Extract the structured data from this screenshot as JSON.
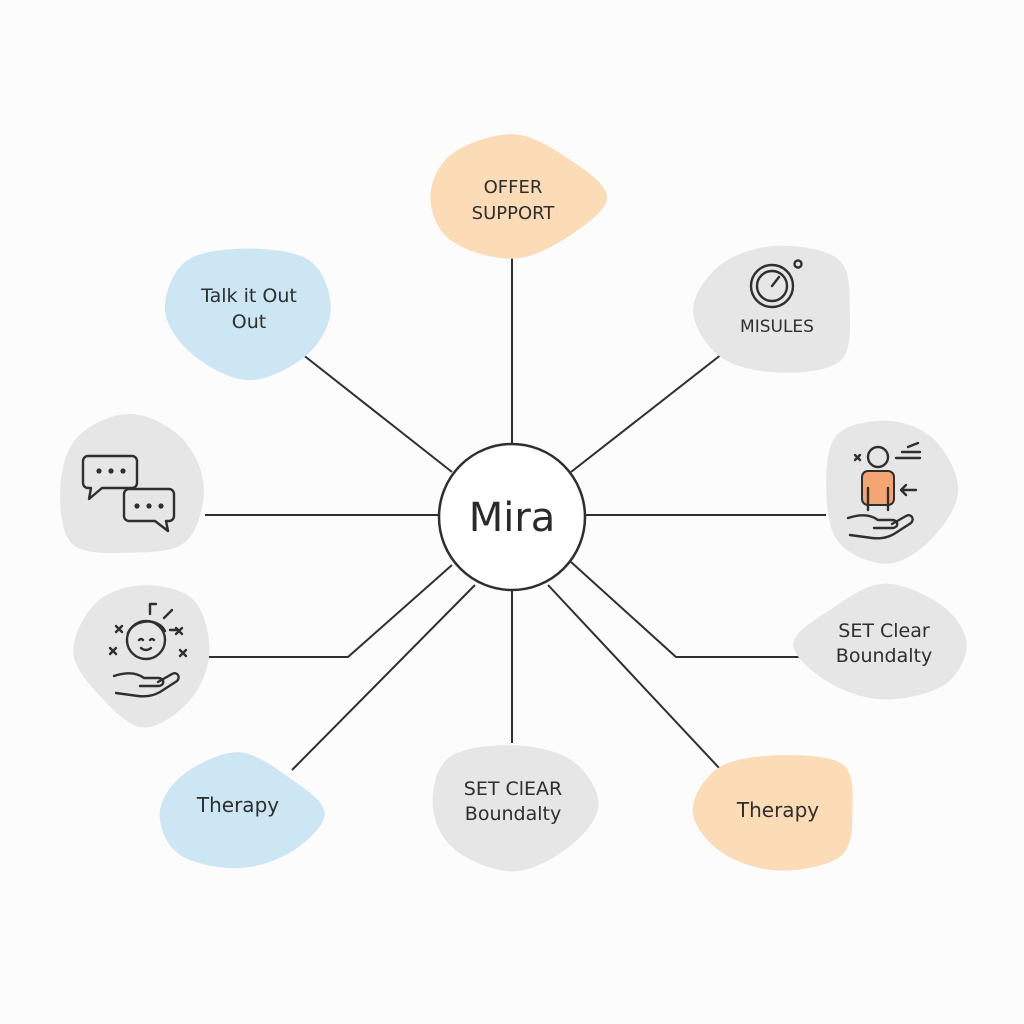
{
  "center": {
    "label": "Mira"
  },
  "colors": {
    "peach": "#fbdcb6",
    "blue": "#cce6f4",
    "gray": "#e6e6e6",
    "accent": "#f4a672",
    "line": "#2f2f2f",
    "background": "#fcfcfc"
  },
  "nodes": [
    {
      "id": "offer-support",
      "lines": [
        "OFFER",
        "SUPPORT"
      ],
      "color": "peach",
      "icon": ""
    },
    {
      "id": "talk-it-out",
      "lines": [
        "Talk it Out",
        "Out"
      ],
      "color": "blue",
      "icon": ""
    },
    {
      "id": "misules",
      "lines": [
        "MISULES"
      ],
      "color": "gray",
      "icon": "stopwatch-icon"
    },
    {
      "id": "chat",
      "lines": [],
      "color": "gray",
      "icon": "chat-bubbles-icon"
    },
    {
      "id": "person-care",
      "lines": [],
      "color": "gray",
      "icon": "person-in-hand-icon"
    },
    {
      "id": "calm-face",
      "lines": [],
      "color": "gray",
      "icon": "calm-face-hand-icon"
    },
    {
      "id": "set-clear-boundary-right",
      "lines": [
        "SET Clear",
        "Boundalty"
      ],
      "color": "gray",
      "icon": ""
    },
    {
      "id": "therapy-left",
      "lines": [
        "Therapy"
      ],
      "color": "blue",
      "icon": ""
    },
    {
      "id": "set-clear-boundary-bottom",
      "lines": [
        "SET ClEAR",
        "Boundalty"
      ],
      "color": "gray",
      "icon": ""
    },
    {
      "id": "therapy-right",
      "lines": [
        "Therapy"
      ],
      "color": "peach",
      "icon": ""
    }
  ]
}
